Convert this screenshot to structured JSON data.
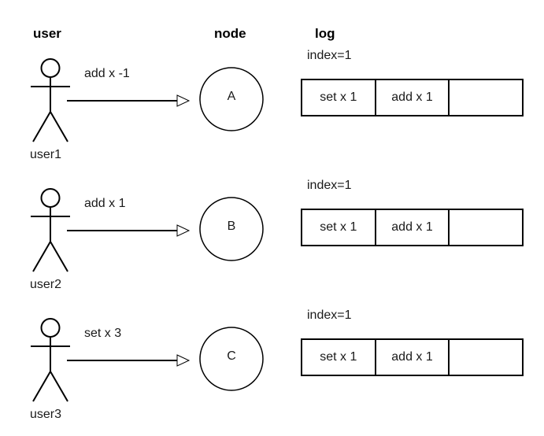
{
  "headers": {
    "user": "user",
    "node": "node",
    "log": "log"
  },
  "colors": {
    "stroke": "#000000",
    "text": "#1a1a1a",
    "background": "#ffffff"
  },
  "rows": [
    {
      "actor_label": "user1",
      "actor_icon": "stick-figure-icon",
      "edge_label": "add x -1",
      "edge_icon": "arrow-right-icon",
      "node_letter": "A",
      "index_label": "index=1",
      "log_cells": [
        "set x 1",
        "add x 1",
        ""
      ]
    },
    {
      "actor_label": "user2",
      "actor_icon": "stick-figure-icon",
      "edge_label": "add x 1",
      "edge_icon": "arrow-right-icon",
      "node_letter": "B",
      "index_label": "index=1",
      "log_cells": [
        "set x 1",
        "add x 1",
        ""
      ]
    },
    {
      "actor_label": "user3",
      "actor_icon": "stick-figure-icon",
      "edge_label": "set x 3",
      "edge_icon": "arrow-right-icon",
      "node_letter": "C",
      "index_label": "index=1",
      "log_cells": [
        "set x 1",
        "add x 1",
        ""
      ]
    }
  ]
}
